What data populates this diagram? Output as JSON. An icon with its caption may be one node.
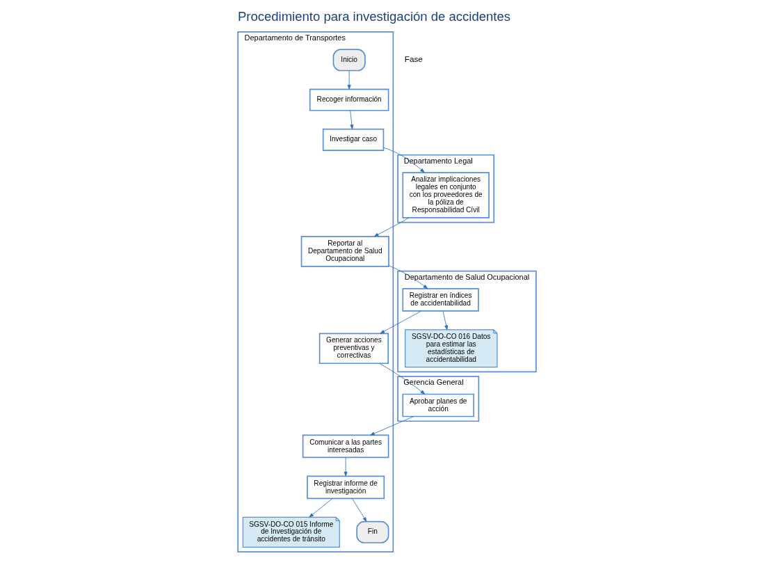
{
  "diagram": {
    "title": "Procedimiento para investigación de accidentes",
    "nodes": [
      {
        "text": [
          "Departamento de Transportes"
        ]
      },
      {
        "text": [
          "Inicio"
        ],
        "in": 0
      },
      {
        "text": [
          "Recoger información"
        ],
        "in": 0
      },
      {
        "text": [
          "Investigar caso"
        ],
        "in": 0
      },
      {
        "text": [
          "Reportar al Departamento de Salud Ocupacional"
        ],
        "in": 0
      },
      {
        "text": [
          "Generar acciones preventivas y correctivas"
        ],
        "in": 0
      },
      {
        "text": [
          "SGSV-DO-CO 015 Informe de Investigación de accidentes de tránsito"
        ],
        "in": 0
      },
      {
        "text": [
          "Registrar informe de investigación"
        ],
        "in": 0
      },
      {
        "text": [
          "Comunicar a las partes interesadas"
        ],
        "in": 0
      },
      {
        "text": [
          "Fin"
        ],
        "in": 0
      },
      {
        "text": [
          "Departamento Legal"
        ]
      },
      {
        "text": [
          "Analizar implicaciones legales en conjunto con los proveedores de la póliza de Responsabilidad Cívil"
        ],
        "in": 10
      },
      {
        "text": [
          "Departamento de Salud Ocupacional"
        ]
      },
      {
        "text": [
          "SGSV-DO-CO 016 Datos para estimar las estadísticas de accidentabilidad"
        ],
        "in": 12
      },
      {
        "text": [
          "Registrar en índices de accidentabilidad"
        ],
        "in": 12
      },
      {
        "text": [
          "Gerencia General"
        ]
      },
      {
        "text": [
          "Aprobar planes de acción"
        ],
        "in": 15
      }
    ],
    "edges": [
      {
        "from": 1,
        "to": 2,
        "arrow": "to"
      },
      {
        "from": 2,
        "to": 3,
        "arrow": "to"
      },
      {
        "from": 3,
        "to": 11,
        "arrow": "to"
      },
      {
        "from": 11,
        "to": 4,
        "arrow": "to"
      },
      {
        "from": 4,
        "to": 14,
        "arrow": "to"
      },
      {
        "from": 14,
        "to": 13,
        "arrow": "to"
      },
      {
        "from": 14,
        "to": 5,
        "arrow": "to"
      },
      {
        "from": 5,
        "to": 16,
        "arrow": "to"
      },
      {
        "from": 16,
        "to": 8,
        "arrow": "to"
      },
      {
        "from": 8,
        "to": 7,
        "arrow": "to"
      },
      {
        "from": 7,
        "to": 6,
        "arrow": "to"
      },
      {
        "from": 7,
        "to": 9,
        "arrow": "to"
      }
    ],
    "labels": [
      "Fase"
    ]
  }
}
